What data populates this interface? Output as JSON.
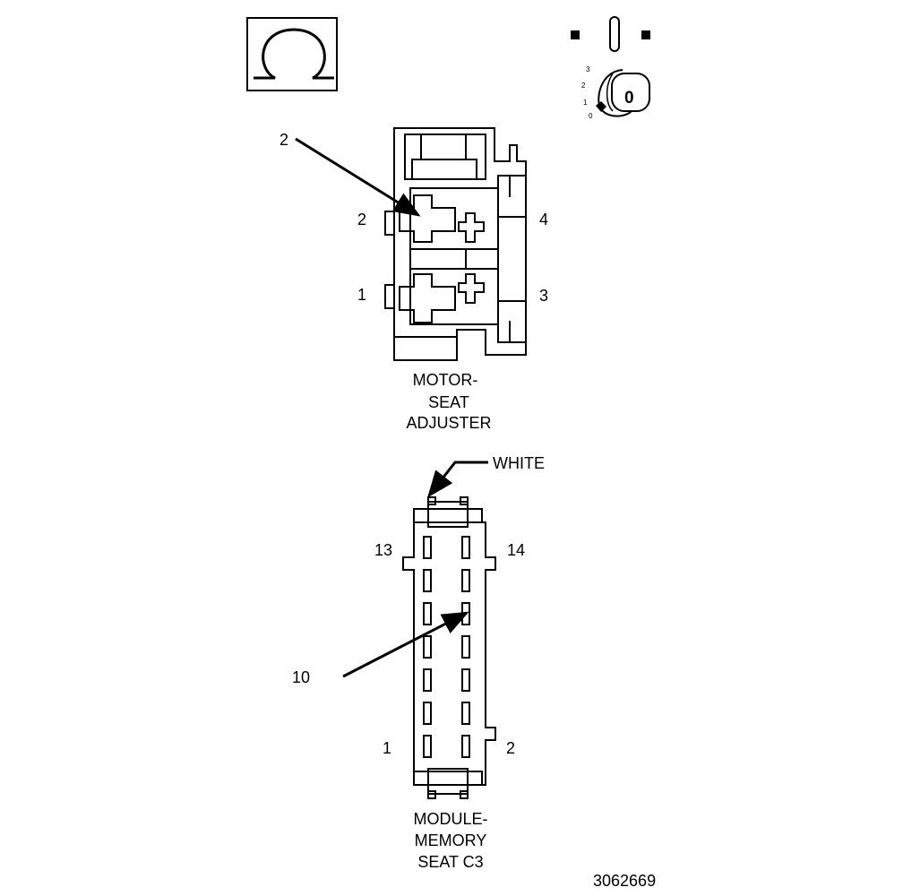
{
  "ohm_symbol": "Ω",
  "ignition": {
    "positions": [
      "3",
      "2",
      "1",
      "0"
    ],
    "key_label": "0"
  },
  "motor_seat_adjuster": {
    "title_lines": [
      "MOTOR-",
      "SEAT",
      "ADJUSTER"
    ],
    "cavity_labels": [
      "2",
      "4",
      "1",
      "3"
    ],
    "callout": "2"
  },
  "module_memory_seat": {
    "title_lines": [
      "MODULE-",
      "MEMORY",
      "SEAT C3"
    ],
    "wire_color": "WHITE",
    "cavity_labels": [
      "13",
      "14",
      "1",
      "2"
    ],
    "callout": "10"
  },
  "figure_id": "3062669"
}
